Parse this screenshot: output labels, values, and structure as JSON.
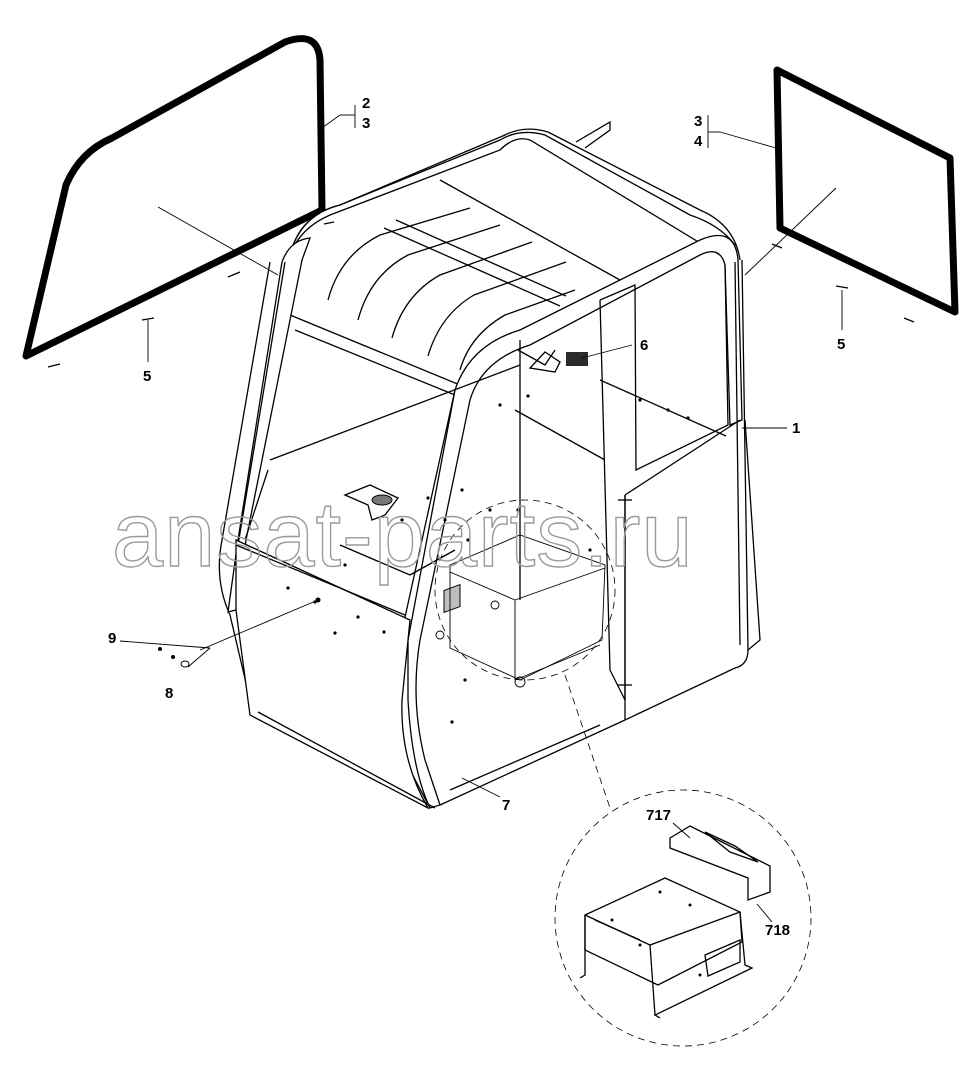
{
  "watermark": "ansat-parts.ru",
  "callouts": {
    "c1": "1",
    "c2": "2",
    "c3a": "3",
    "c3b": "3",
    "c4": "4",
    "c5a": "5",
    "c5b": "5",
    "c6": "6",
    "c7": "7",
    "c8": "8",
    "c9": "9",
    "c717": "717",
    "c718": "718"
  }
}
